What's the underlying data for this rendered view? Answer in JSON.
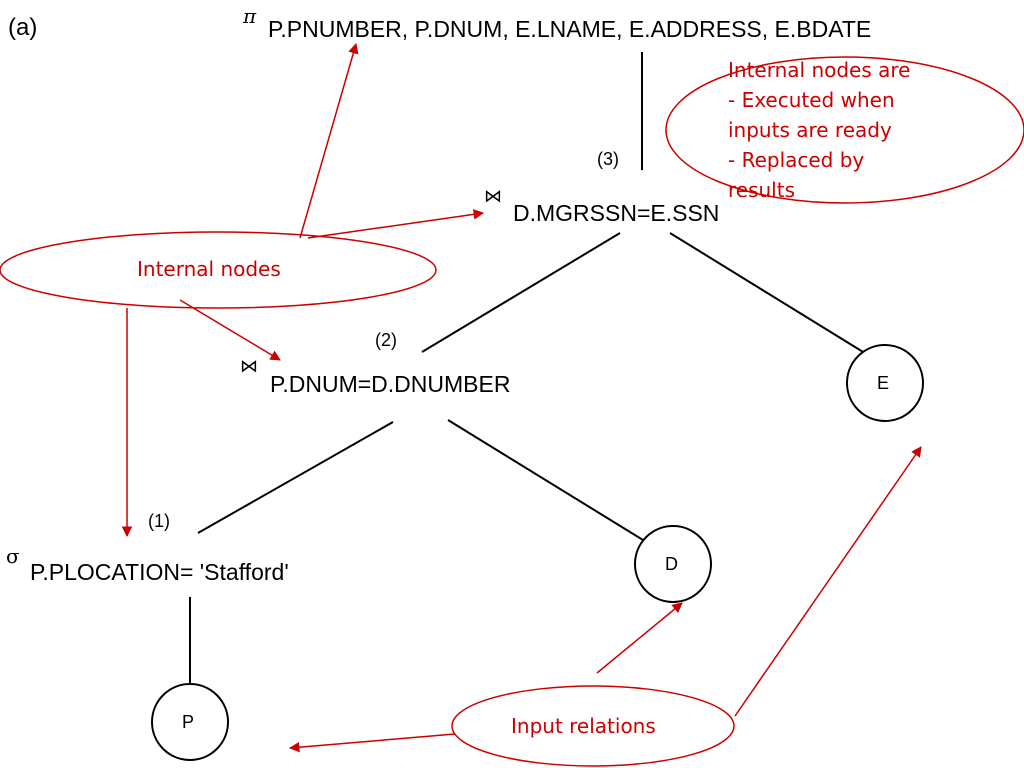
{
  "figure_label": "(a)",
  "operators": {
    "projection": {
      "symbol": "π",
      "attributes": "P.PNUMBER, P.DNUM, E.LNAME, E.ADDRESS, E.BDATE"
    },
    "join3": {
      "number": "(3)",
      "symbol": "⋈",
      "condition": "D.MGRSSN=E.SSN"
    },
    "join2": {
      "number": "(2)",
      "symbol": "⋈",
      "condition": "P.DNUM=D.DNUMBER"
    },
    "select1": {
      "number": "(1)",
      "symbol": "σ",
      "condition": "P.PLOCATION= 'Stafford'"
    }
  },
  "leaves": {
    "E": "E",
    "D": "D",
    "P": "P"
  },
  "callouts": {
    "internal_nodes": "Internal nodes",
    "internal_nodes_note": [
      "Internal nodes are",
      "- Executed when",
      "inputs are ready",
      "- Replaced by",
      "results"
    ],
    "input_relations": "Input relations"
  },
  "colors": {
    "annotation": "#cc0000",
    "tree": "#000000"
  }
}
